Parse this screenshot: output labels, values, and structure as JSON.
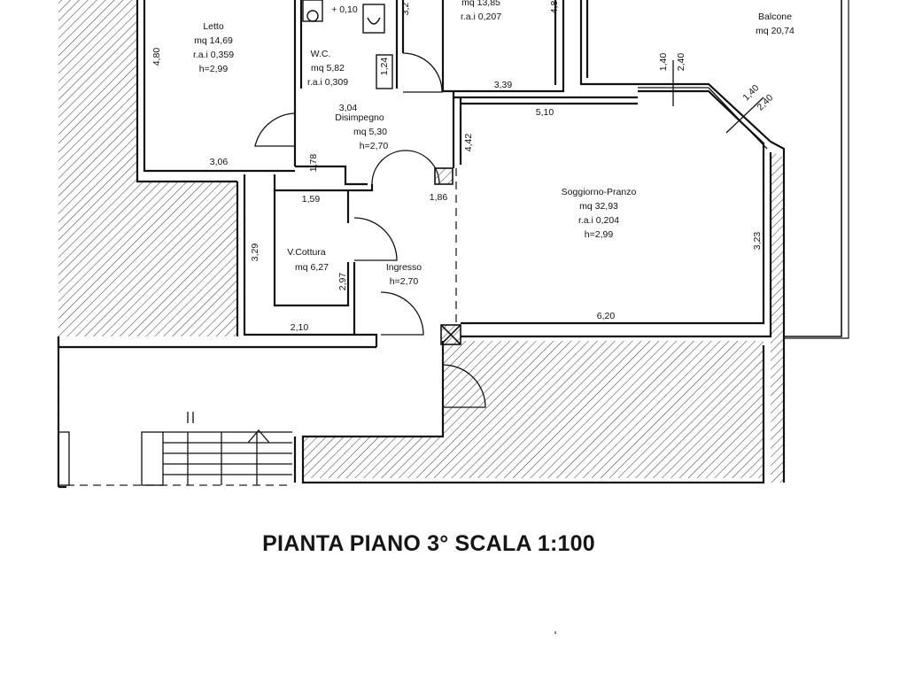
{
  "rooms": {
    "letto": {
      "name": "Letto",
      "area": "mq 14,69",
      "ral": "r.a.i 0,359",
      "h": "h=2,99"
    },
    "camera2": {
      "area": "mq 13,85",
      "ral": "r.a.i 0,207"
    },
    "balcone": {
      "name": "Balcone",
      "area": "mq 20,74"
    },
    "wc": {
      "name": "W.C.",
      "area": "mq 5,82",
      "ral": "r.a.i 0,309",
      "level": "+ 0,10"
    },
    "disimpegno": {
      "name": "Disimpegno",
      "area": "mq 5,30",
      "h": "h=2,70"
    },
    "soggiorno": {
      "name": "Soggiorno-Pranzo",
      "area": "mq 32,93",
      "ral": "r.a.i 0,204",
      "h": "h=2,99"
    },
    "cottura": {
      "name": "V.Cottura",
      "area": "mq 6,27"
    },
    "ingresso": {
      "name": "Ingresso",
      "h": "h=2,70"
    }
  },
  "dimensions": {
    "d480": "4,80",
    "d306": "3,06",
    "d178": "1,78",
    "d304": "3,04",
    "d339": "3,39",
    "d510": "5,10",
    "d442": "4,42",
    "d186": "1,86",
    "d159": "1,59",
    "d329": "3,29",
    "d297": "2,97",
    "d210": "2,10",
    "d620": "6,20",
    "d323": "3,23",
    "d140a": "1,40",
    "d240a": "2,40",
    "d140b": "1,40",
    "d240b": "2,40",
    "d32": "3,2",
    "d48": "4,8",
    "d124": "1,24"
  },
  "caption": "PIANTA PIANO 3° SCALA 1:100"
}
